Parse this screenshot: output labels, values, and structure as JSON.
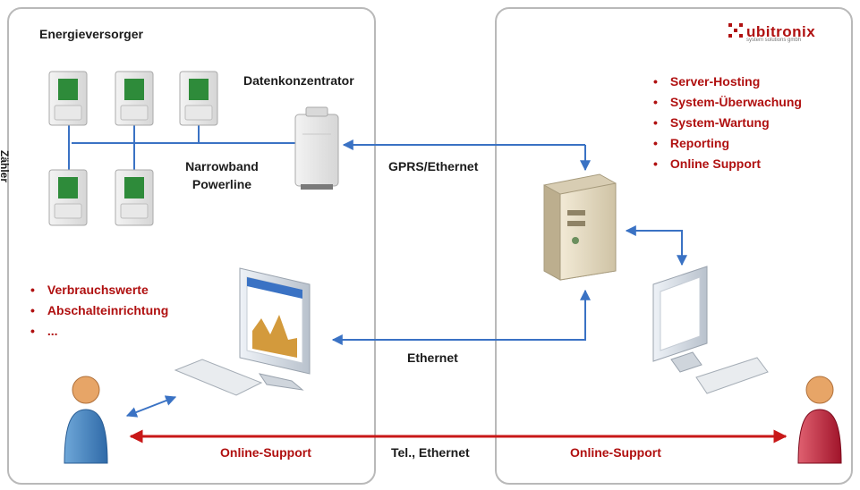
{
  "left_panel": {
    "title": "Energieversorger",
    "meters_label": "Zähler",
    "concentrator_label": "Datenkonzentrator",
    "powerline_line1": "Narrowband",
    "powerline_line2": "Powerline",
    "bullets": [
      "Verbrauchswerte",
      "Abschalteinrichtung",
      "..."
    ]
  },
  "right_panel": {
    "logo_text": "ubitronix",
    "logo_subtext": "system solutions gmbh",
    "services": [
      "Server-Hosting",
      "System-Überwachung",
      "System-Wartung",
      "Reporting",
      "Online Support"
    ]
  },
  "connections": {
    "gprs_ethernet": "GPRS/Ethernet",
    "ethernet": "Ethernet",
    "tel_ethernet": "Tel., Ethernet",
    "online_support_left": "Online-Support",
    "online_support_right": "Online-Support"
  },
  "colors": {
    "accent_red": "#b01010",
    "link_blue": "#3a72c4",
    "panel_border": "#b9b9b9",
    "meter_display": "#2e8b3a"
  }
}
